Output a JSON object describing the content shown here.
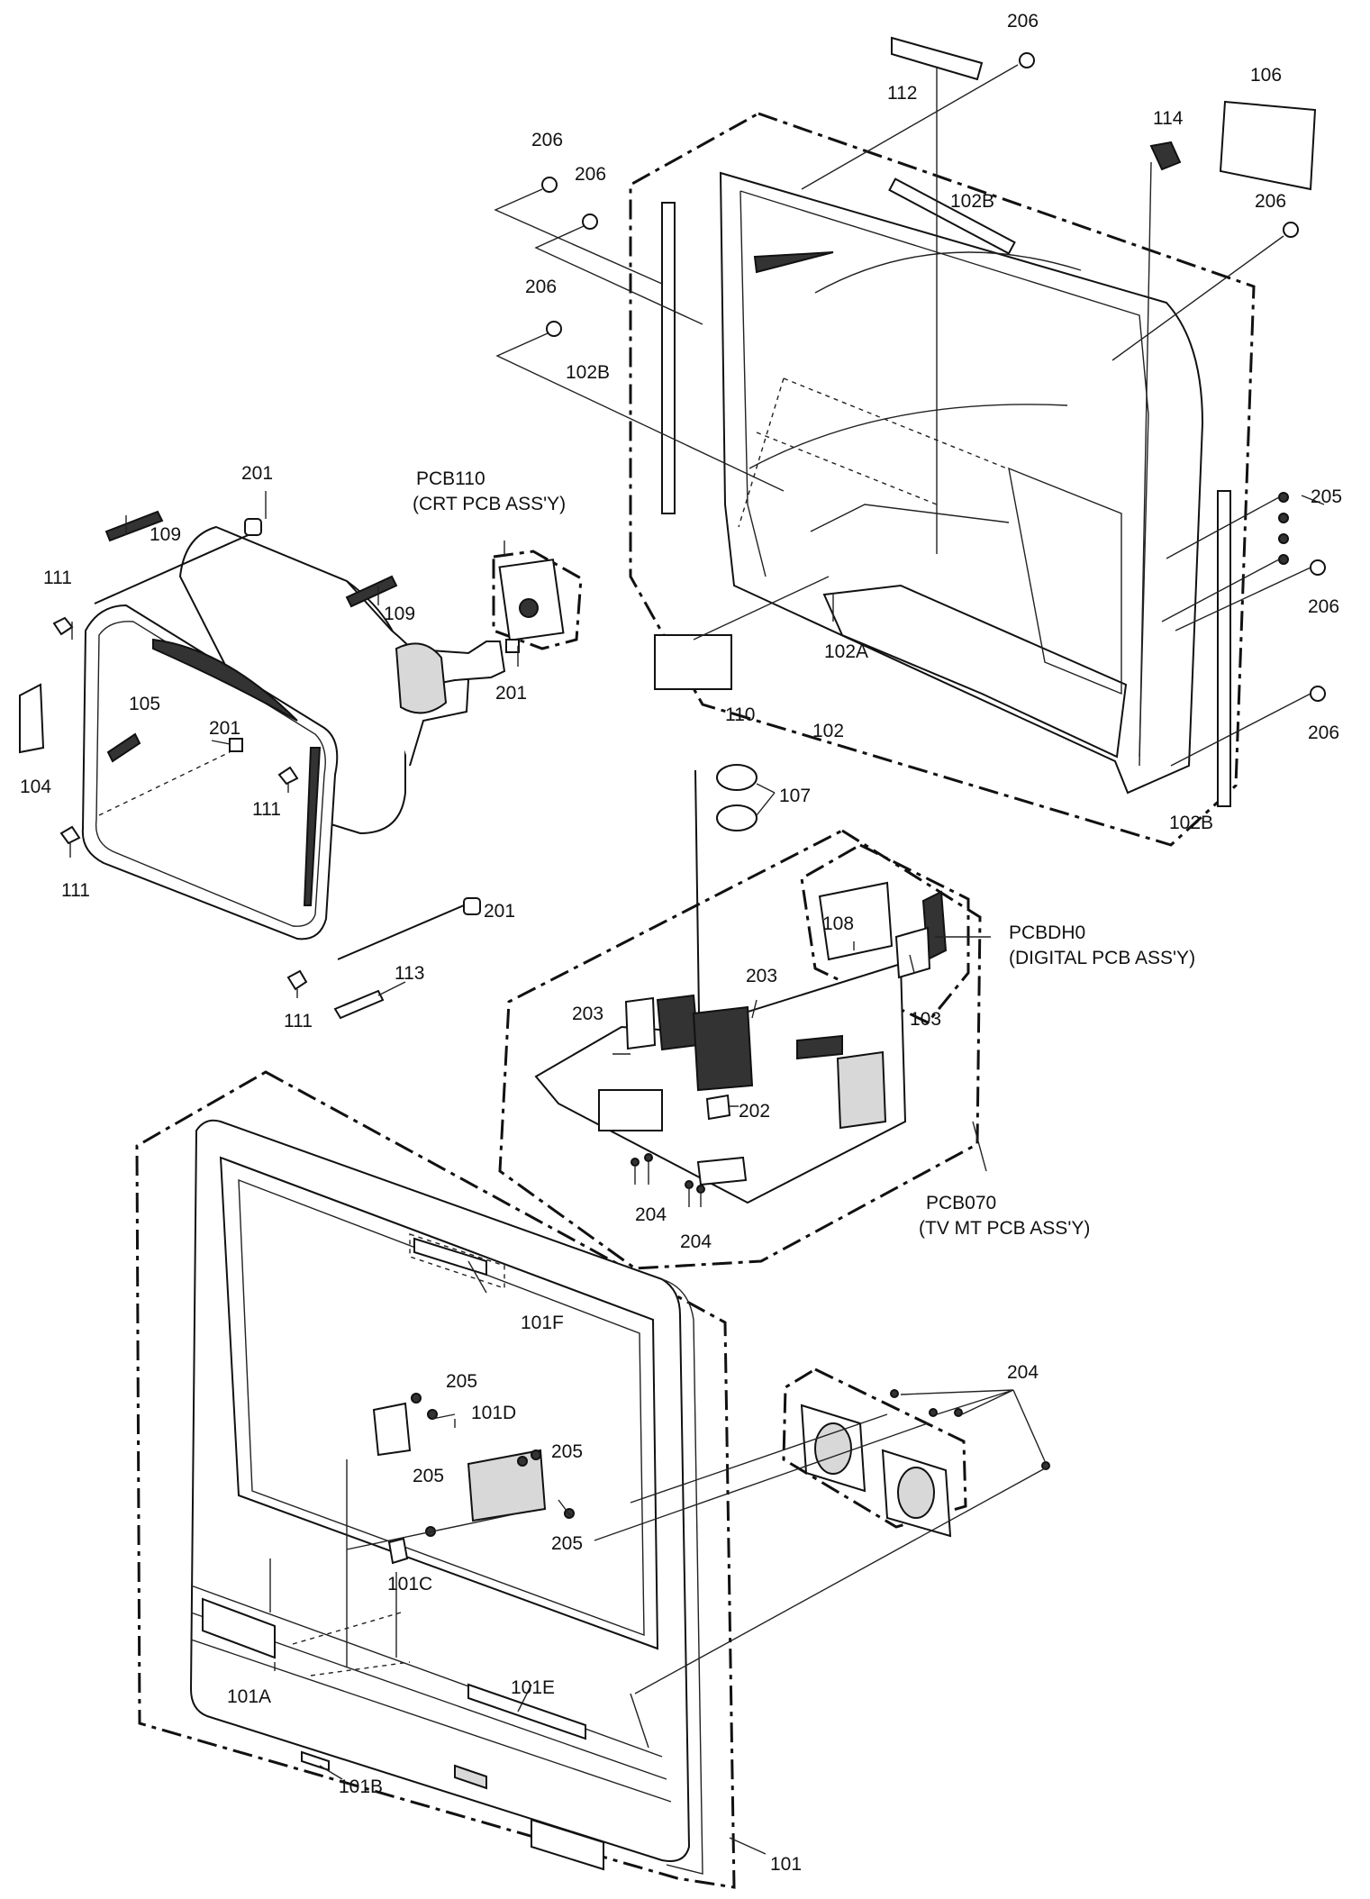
{
  "labels": {
    "l206_top": "206",
    "l112": "112",
    "l106": "106",
    "l114": "114",
    "l206_a": "206",
    "l206_b": "206",
    "l102B_top": "102B",
    "l206_right_top": "206",
    "l206_c": "206",
    "l102B_left": "102B",
    "l205_right": "205",
    "l206_right_mid": "206",
    "l102A": "102A",
    "l110": "110",
    "l102": "102",
    "l206_right_low": "206",
    "l102B_bottom": "102B",
    "l201_top": "201",
    "l109_left": "109",
    "l111_a": "111",
    "l109_mid": "109",
    "l201_mid": "201",
    "l105": "105",
    "l201_front": "201",
    "l104": "104",
    "l111_b": "111",
    "l111_c": "111",
    "l201_low": "201",
    "l113": "113",
    "l111_d": "111",
    "l107": "107",
    "l108": "108",
    "l103": "103",
    "l203_a": "203",
    "l203_b": "203",
    "l202": "202",
    "l204_a": "204",
    "l204_b": "204",
    "l101F": "101F",
    "l205_a": "205",
    "l101D": "101D",
    "l205_b": "205",
    "l205_c": "205",
    "l205_d": "205",
    "l101C": "101C",
    "l101E": "101E",
    "l101A": "101A",
    "l101B": "101B",
    "l101": "101",
    "l204_spk": "204"
  },
  "assemblies": {
    "pcb110_code": "PCB110",
    "pcb110_name": "(CRT PCB ASS'Y)",
    "pcbdh0_code": "PCBDH0",
    "pcbdh0_name": "(DIGITAL PCB ASS'Y)",
    "pcb070_code": "PCB070",
    "pcb070_name": "(TV MT PCB ASS'Y)"
  },
  "colors": {
    "ink": "#111111",
    "paper": "#ffffff",
    "shade": "#d8d8d8"
  }
}
